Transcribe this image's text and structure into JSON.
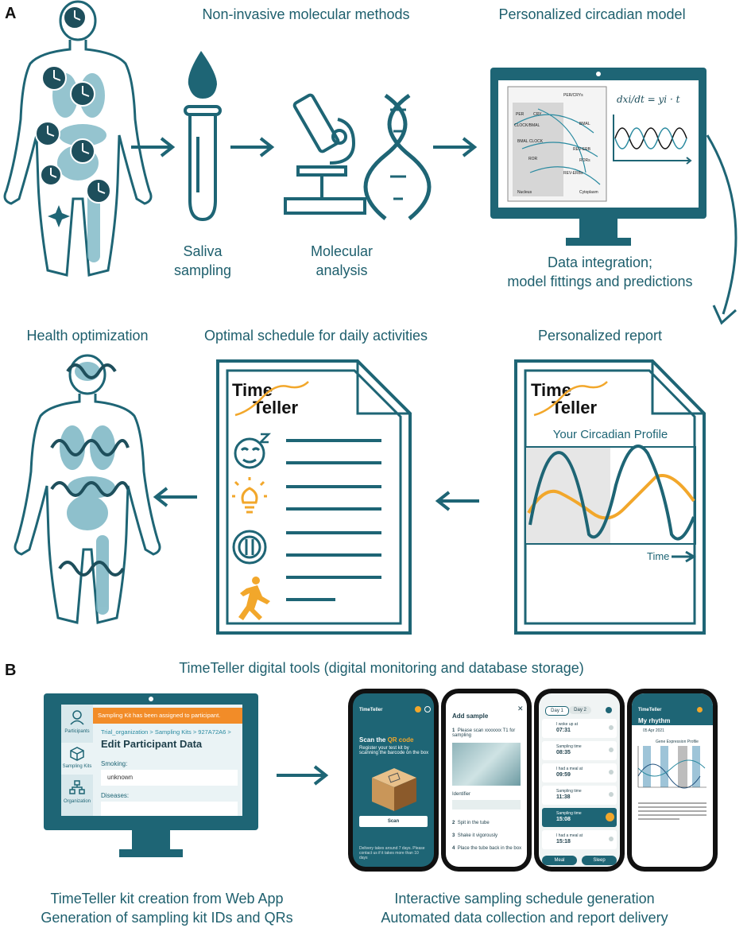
{
  "panel_a": {
    "letter": "A",
    "methods_title": "Non-invasive molecular methods",
    "model_title": "Personalized circadian model",
    "saliva_label": "Saliva\nsampling",
    "molecular_label": "Molecular\nanalysis",
    "integration_label": "Data integration;\nmodel fittings and predictions",
    "health_title": "Health optimization",
    "schedule_title": "Optimal schedule for daily activities",
    "report_title": "Personalized report",
    "logo_line1": "Time",
    "logo_line2": "Teller",
    "profile_title": "Your Circadian Profile",
    "time_axis": "Time",
    "equation": "dxi/dt = yi · t",
    "diagram_labels": [
      "PER",
      "CRY",
      "PER/CRYs",
      "CLOCK/BMAL",
      "BMAL CLOCK",
      "REV-ERB",
      "ROR",
      "RORs",
      "REV-ERBs",
      "Nucleus",
      "Cytoplasm",
      "BMAL"
    ]
  },
  "panel_b": {
    "letter": "B",
    "title": "TimeTeller digital tools (digital monitoring and database storage)",
    "webapp": {
      "banner": "Sampling Kit has been assigned to participant.",
      "nav_participants": "Participants",
      "nav_kits": "Sampling Kits",
      "nav_org": "Organization",
      "breadcrumb": "Trial_organization > Sampling Kits > 927A72A6 >",
      "heading": "Edit Participant Data",
      "field1_label": "Smoking:",
      "field1_value": "unknown",
      "field2_label": "Diseases:"
    },
    "webapp_caption": "TimeTeller kit creation from Web App\nGeneration of sampling kit IDs and QRs",
    "phones_caption": "Interactive sampling schedule generation\nAutomated data collection and report delivery",
    "phone1": {
      "app": "TimeTeller",
      "title_a": "Scan the ",
      "title_b": "QR code",
      "subtitle": "Register your test kit by scanning the barcode on the box",
      "button": "Scan",
      "footer": "Delivery takes around 7 days. Please contact us if it takes more than 10 days"
    },
    "phone2": {
      "title": "Add sample",
      "step1": "Please scan xxxxxxx T1 for sampling",
      "identifier": "Identifier",
      "step2": "Spit in the tube",
      "step3": "Shake it vigorously",
      "step4": "Place the tube back in the box"
    },
    "phone3": {
      "day1": "Day 1",
      "day2": "Day 2",
      "rows": [
        {
          "label": "I woke up at",
          "time": "07:31"
        },
        {
          "label": "Sampling time",
          "time": "08:35"
        },
        {
          "label": "I had a meal at",
          "time": "09:59"
        },
        {
          "label": "Sampling time",
          "time": "11:38"
        },
        {
          "label": "Sampling time",
          "time": "15:08"
        },
        {
          "label": "I had a meal at",
          "time": "15:18"
        }
      ],
      "btn_meal": "Meal",
      "btn_sleep": "Sleep"
    },
    "phone4": {
      "app": "TimeTeller",
      "title": "My rhythm",
      "date": "05 Apr 2021",
      "chart_title": "Gene Expression Profile"
    }
  }
}
